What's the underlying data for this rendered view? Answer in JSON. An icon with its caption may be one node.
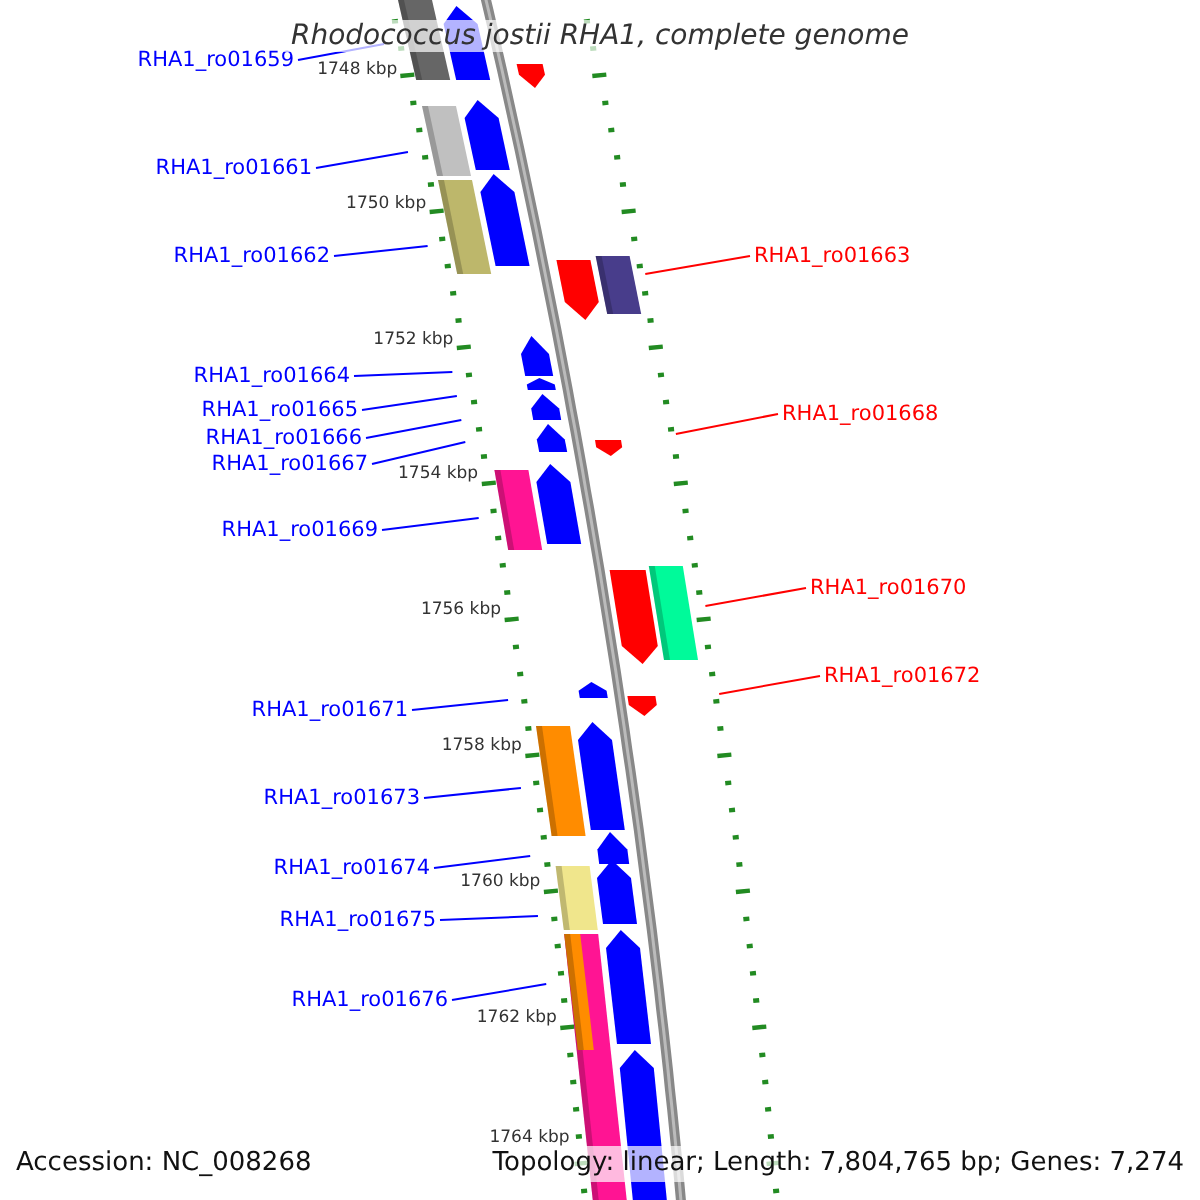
{
  "diagram": {
    "title": "Rhodococcus jostii RHA1, complete genome",
    "nodes": [
      {
        "text": [
          "RHA1_ro01659"
        ]
      },
      {
        "text": [
          "RHA1_ro01661"
        ]
      },
      {
        "text": [
          "RHA1_ro01662"
        ]
      },
      {
        "text": [
          "RHA1_ro01663"
        ]
      },
      {
        "text": [
          "RHA1_ro01664"
        ]
      },
      {
        "text": [
          "RHA1_ro01665"
        ]
      },
      {
        "text": [
          "RHA1_ro01668"
        ]
      },
      {
        "text": [
          "RHA1_ro01666"
        ]
      },
      {
        "text": [
          "RHA1_ro01667"
        ]
      },
      {
        "text": [
          "RHA1_ro01669"
        ]
      },
      {
        "text": [
          "RHA1_ro01670"
        ]
      },
      {
        "text": [
          "RHA1_ro01672"
        ]
      },
      {
        "text": [
          "RHA1_ro01671"
        ]
      },
      {
        "text": [
          "RHA1_ro01673"
        ]
      },
      {
        "text": [
          "RHA1_ro01674"
        ]
      },
      {
        "text": [
          "RHA1_ro01675"
        ]
      },
      {
        "text": [
          "RHA1_ro01676"
        ]
      }
    ],
    "edges": [
      {
        "from": 0,
        "to": null,
        "arrow": "none"
      },
      {
        "from": 1,
        "to": null,
        "arrow": "none"
      },
      {
        "from": 2,
        "to": null,
        "arrow": "none"
      },
      {
        "from": 3,
        "to": null,
        "arrow": "none",
        "color": "#ff0000"
      },
      {
        "from": 4,
        "to": null,
        "arrow": "none"
      },
      {
        "from": 5,
        "to": null,
        "arrow": "none"
      },
      {
        "from": 6,
        "to": null,
        "arrow": "none",
        "color": "#ff0000"
      },
      {
        "from": 7,
        "to": null,
        "arrow": "none"
      },
      {
        "from": 8,
        "to": null,
        "arrow": "none"
      },
      {
        "from": 9,
        "to": null,
        "arrow": "none"
      },
      {
        "from": 10,
        "to": null,
        "arrow": "none",
        "color": "#ff0000"
      },
      {
        "from": 11,
        "to": null,
        "arrow": "none",
        "color": "#ff0000"
      },
      {
        "from": 12,
        "to": null,
        "arrow": "none"
      },
      {
        "from": 13,
        "to": null,
        "arrow": "none"
      },
      {
        "from": 14,
        "to": null,
        "arrow": "none"
      },
      {
        "from": 15,
        "to": null,
        "arrow": "none"
      },
      {
        "from": 16,
        "to": null,
        "arrow": "none"
      }
    ],
    "labels": [
      "1748 kbp",
      "1750 kbp",
      "1752 kbp",
      "1754 kbp",
      "1756 kbp",
      "1758 kbp",
      "1760 kbp",
      "1762 kbp",
      "1764 kbp",
      "Accession: NC_008268",
      "Topology: linear; Length: 7,804,765 bp; Genes: 7,274"
    ]
  }
}
